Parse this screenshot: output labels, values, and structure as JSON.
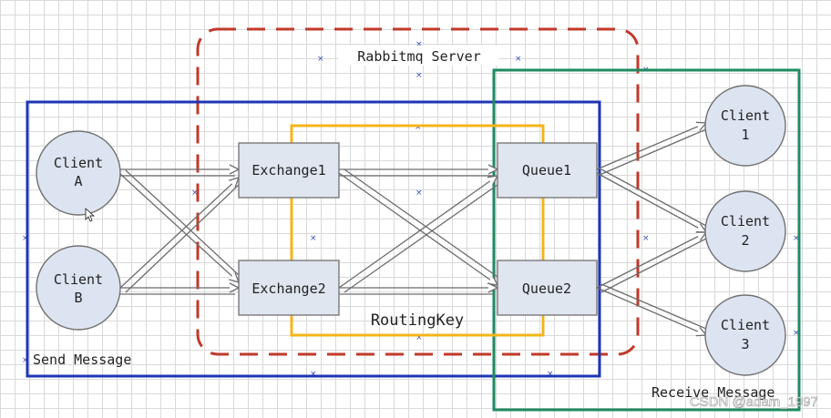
{
  "zones": {
    "server_label": "Rabbitmq Server",
    "send_label": "Send Message",
    "receive_label": "Receive Message",
    "routing_label": "RoutingKey"
  },
  "clients": [
    {
      "id": "a",
      "name": "Client",
      "tag": "A"
    },
    {
      "id": "b",
      "name": "Client",
      "tag": "B"
    },
    {
      "id": "1",
      "name": "Client",
      "tag": "1"
    },
    {
      "id": "2",
      "name": "Client",
      "tag": "2"
    },
    {
      "id": "3",
      "name": "Client",
      "tag": "3"
    }
  ],
  "exchanges": [
    "Exchange1",
    "Exchange2"
  ],
  "queues": [
    "Queue1",
    "Queue2"
  ],
  "watermark": "CSDN @adam_1997",
  "colors": {
    "server_border": "#c0392b",
    "send_border": "#1f35b4",
    "routing_border": "#f4b41a",
    "receive_border": "#1e8a60"
  }
}
